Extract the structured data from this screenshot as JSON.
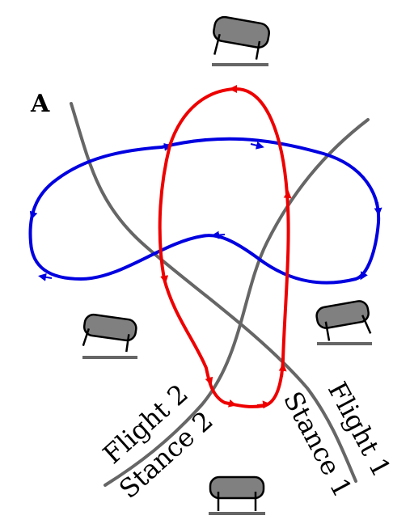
{
  "panel_label": "A",
  "region_labels": {
    "flight_1": "Flight 1",
    "stance_1": "Stance 1",
    "flight_2": "Flight 2",
    "stance_2": "Stance 2"
  },
  "colors": {
    "blue_loop": "#0000e0",
    "red_loop": "#ee0000",
    "boundary": "#666666",
    "robot_fill": "#808080",
    "ground": "#666666"
  },
  "icons": [
    "robot-top-icon",
    "robot-left-icon",
    "robot-right-icon",
    "robot-bottom-icon"
  ]
}
